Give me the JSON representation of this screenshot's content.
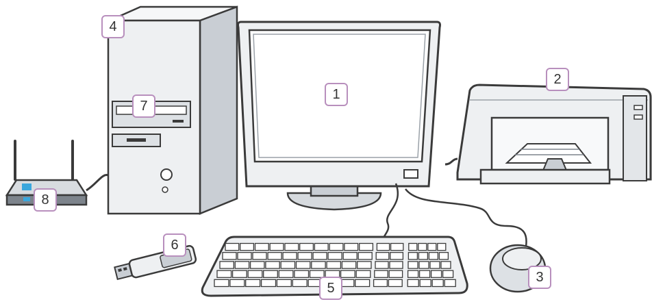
{
  "labels": {
    "monitor": "1",
    "printer": "2",
    "mouse": "3",
    "tower": "4",
    "keyboard": "5",
    "usb_drive": "6",
    "optical_drive": "7",
    "router": "8"
  },
  "colors": {
    "outline": "#3a3a3a",
    "body_light": "#eef0f2",
    "body_mid": "#c9ced4",
    "body_dark": "#7d848c",
    "label_border": "#b88fbd",
    "router_light": "#3aa7dd"
  }
}
